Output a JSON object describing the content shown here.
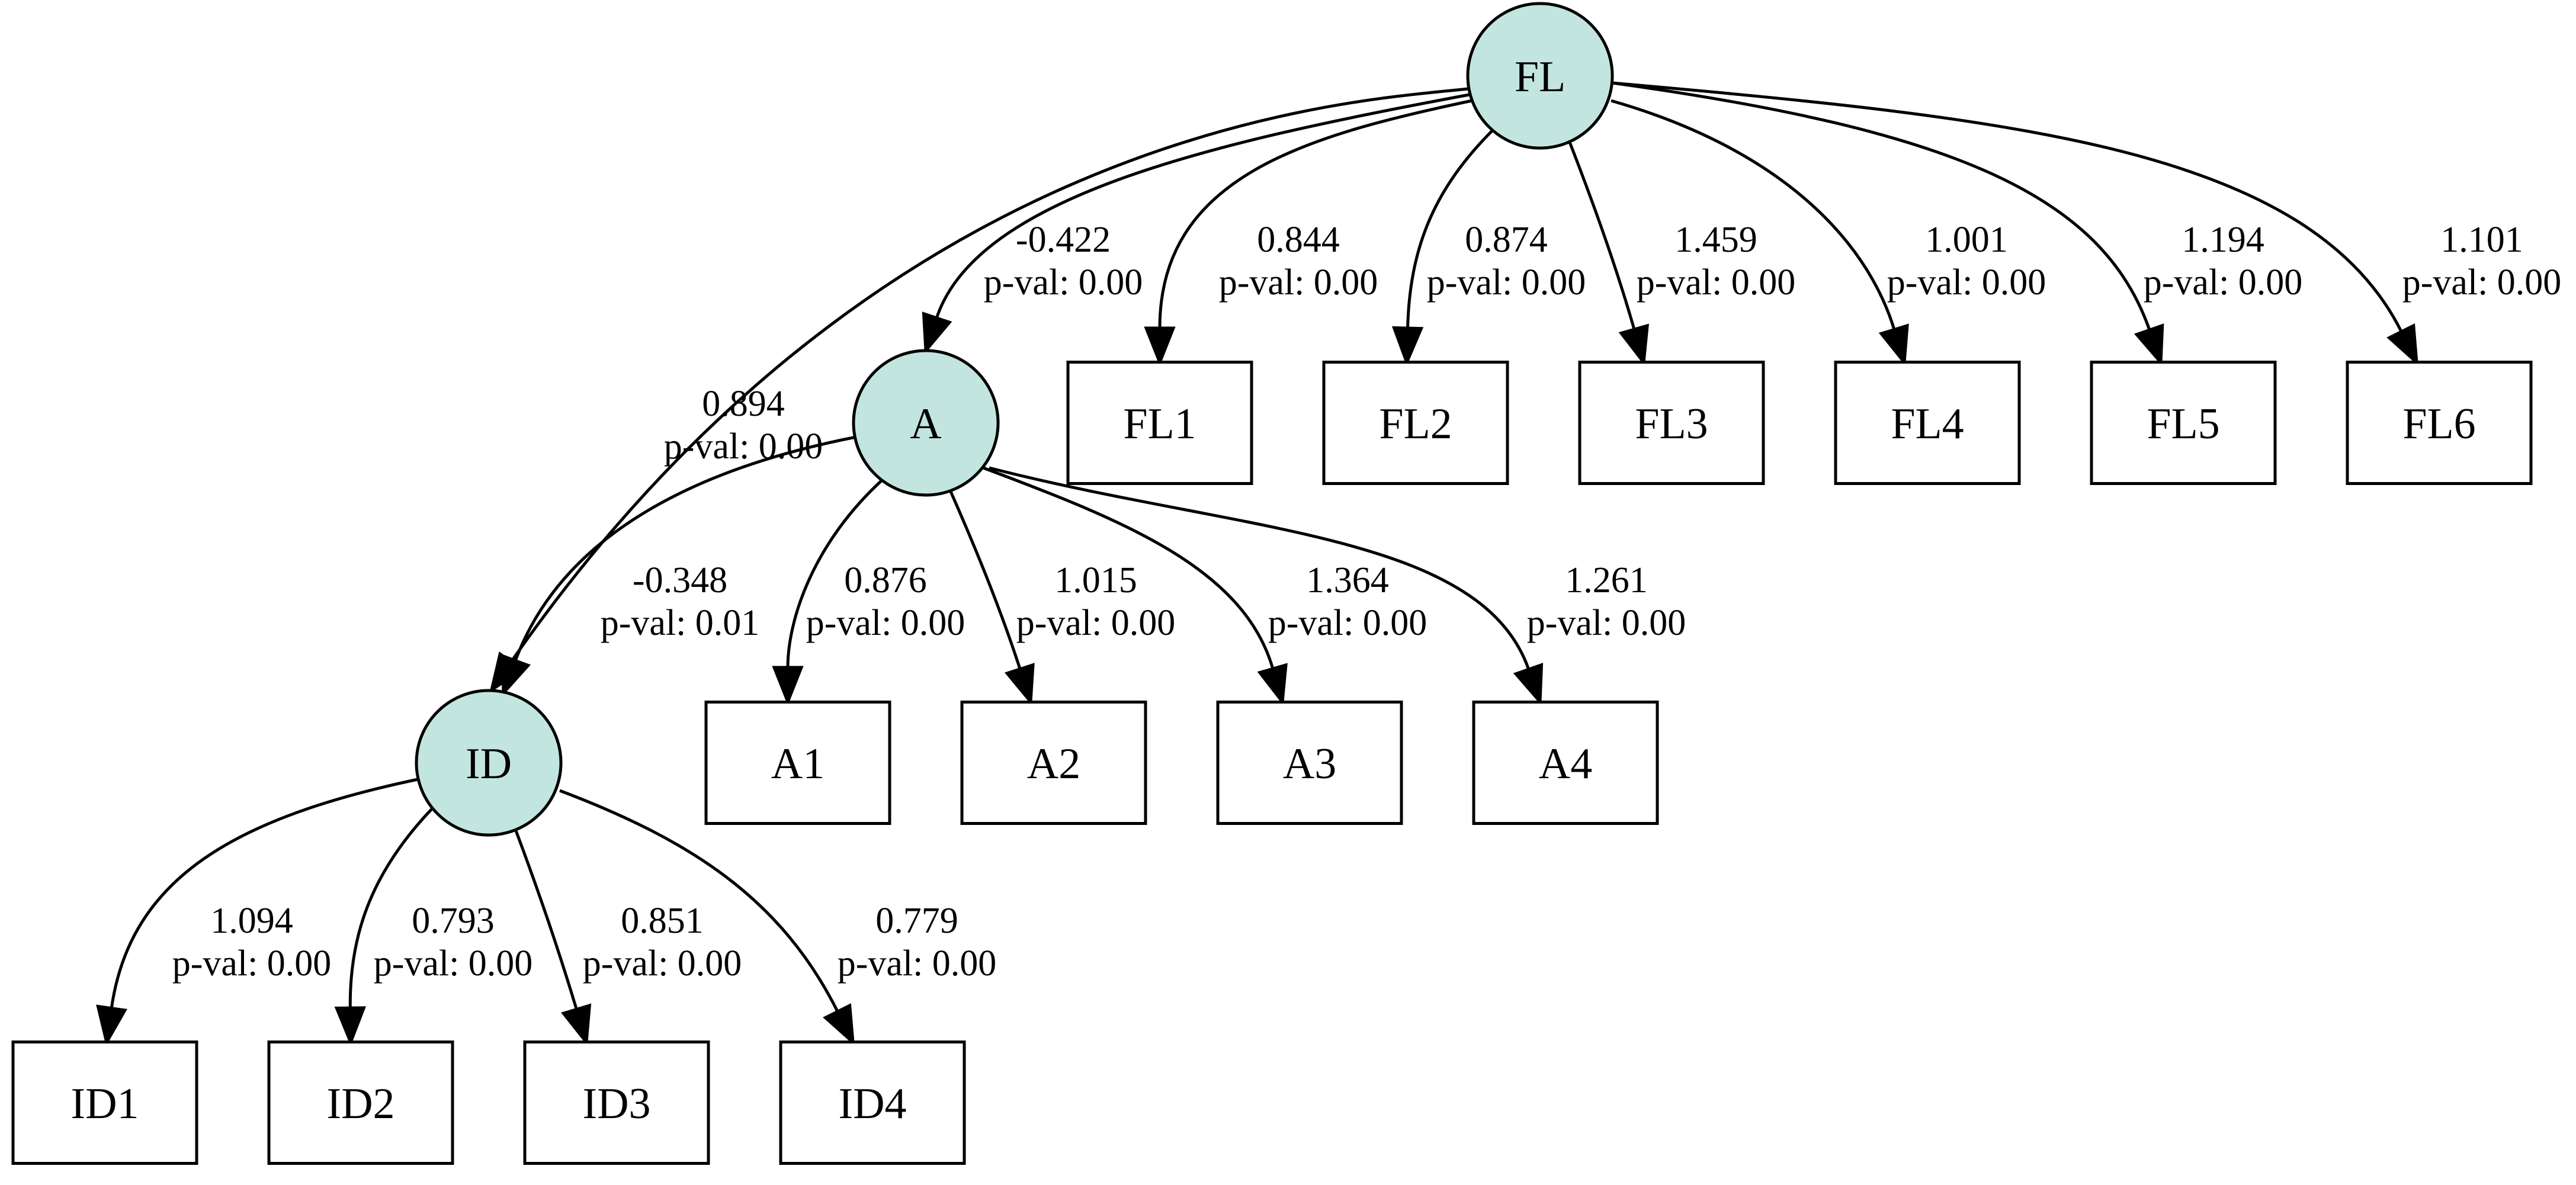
{
  "theme": {
    "latent_fill": "#c2e6df",
    "observed_fill": "#ffffff",
    "stroke": "#000000"
  },
  "latent_nodes": [
    {
      "id": "FL",
      "label": "FL"
    },
    {
      "id": "A",
      "label": "A"
    },
    {
      "id": "ID",
      "label": "ID"
    }
  ],
  "observed_nodes": [
    {
      "id": "FL1",
      "label": "FL1"
    },
    {
      "id": "FL2",
      "label": "FL2"
    },
    {
      "id": "FL3",
      "label": "FL3"
    },
    {
      "id": "FL4",
      "label": "FL4"
    },
    {
      "id": "FL5",
      "label": "FL5"
    },
    {
      "id": "FL6",
      "label": "FL6"
    },
    {
      "id": "A1",
      "label": "A1"
    },
    {
      "id": "A2",
      "label": "A2"
    },
    {
      "id": "A3",
      "label": "A3"
    },
    {
      "id": "A4",
      "label": "A4"
    },
    {
      "id": "ID1",
      "label": "ID1"
    },
    {
      "id": "ID2",
      "label": "ID2"
    },
    {
      "id": "ID3",
      "label": "ID3"
    },
    {
      "id": "ID4",
      "label": "ID4"
    }
  ],
  "edges": [
    {
      "from": "FL",
      "to": "ID",
      "estimate": "0.894",
      "pval": "p-val: 0.00"
    },
    {
      "from": "FL",
      "to": "A",
      "estimate": "-0.422",
      "pval": "p-val: 0.00"
    },
    {
      "from": "FL",
      "to": "FL1",
      "estimate": "0.844",
      "pval": "p-val: 0.00"
    },
    {
      "from": "FL",
      "to": "FL2",
      "estimate": "0.874",
      "pval": "p-val: 0.00"
    },
    {
      "from": "FL",
      "to": "FL3",
      "estimate": "1.459",
      "pval": "p-val: 0.00"
    },
    {
      "from": "FL",
      "to": "FL4",
      "estimate": "1.001",
      "pval": "p-val: 0.00"
    },
    {
      "from": "FL",
      "to": "FL5",
      "estimate": "1.194",
      "pval": "p-val: 0.00"
    },
    {
      "from": "FL",
      "to": "FL6",
      "estimate": "1.101",
      "pval": "p-val: 0.00"
    },
    {
      "from": "A",
      "to": "ID",
      "estimate": "-0.348",
      "pval": "p-val: 0.01"
    },
    {
      "from": "A",
      "to": "A1",
      "estimate": "0.876",
      "pval": "p-val: 0.00"
    },
    {
      "from": "A",
      "to": "A2",
      "estimate": "1.015",
      "pval": "p-val: 0.00"
    },
    {
      "from": "A",
      "to": "A3",
      "estimate": "1.364",
      "pval": "p-val: 0.00"
    },
    {
      "from": "A",
      "to": "A4",
      "estimate": "1.261",
      "pval": "p-val: 0.00"
    },
    {
      "from": "ID",
      "to": "ID1",
      "estimate": "1.094",
      "pval": "p-val: 0.00"
    },
    {
      "from": "ID",
      "to": "ID2",
      "estimate": "0.793",
      "pval": "p-val: 0.00"
    },
    {
      "from": "ID",
      "to": "ID3",
      "estimate": "0.851",
      "pval": "p-val: 0.00"
    },
    {
      "from": "ID",
      "to": "ID4",
      "estimate": "0.779",
      "pval": "p-val: 0.00"
    }
  ]
}
